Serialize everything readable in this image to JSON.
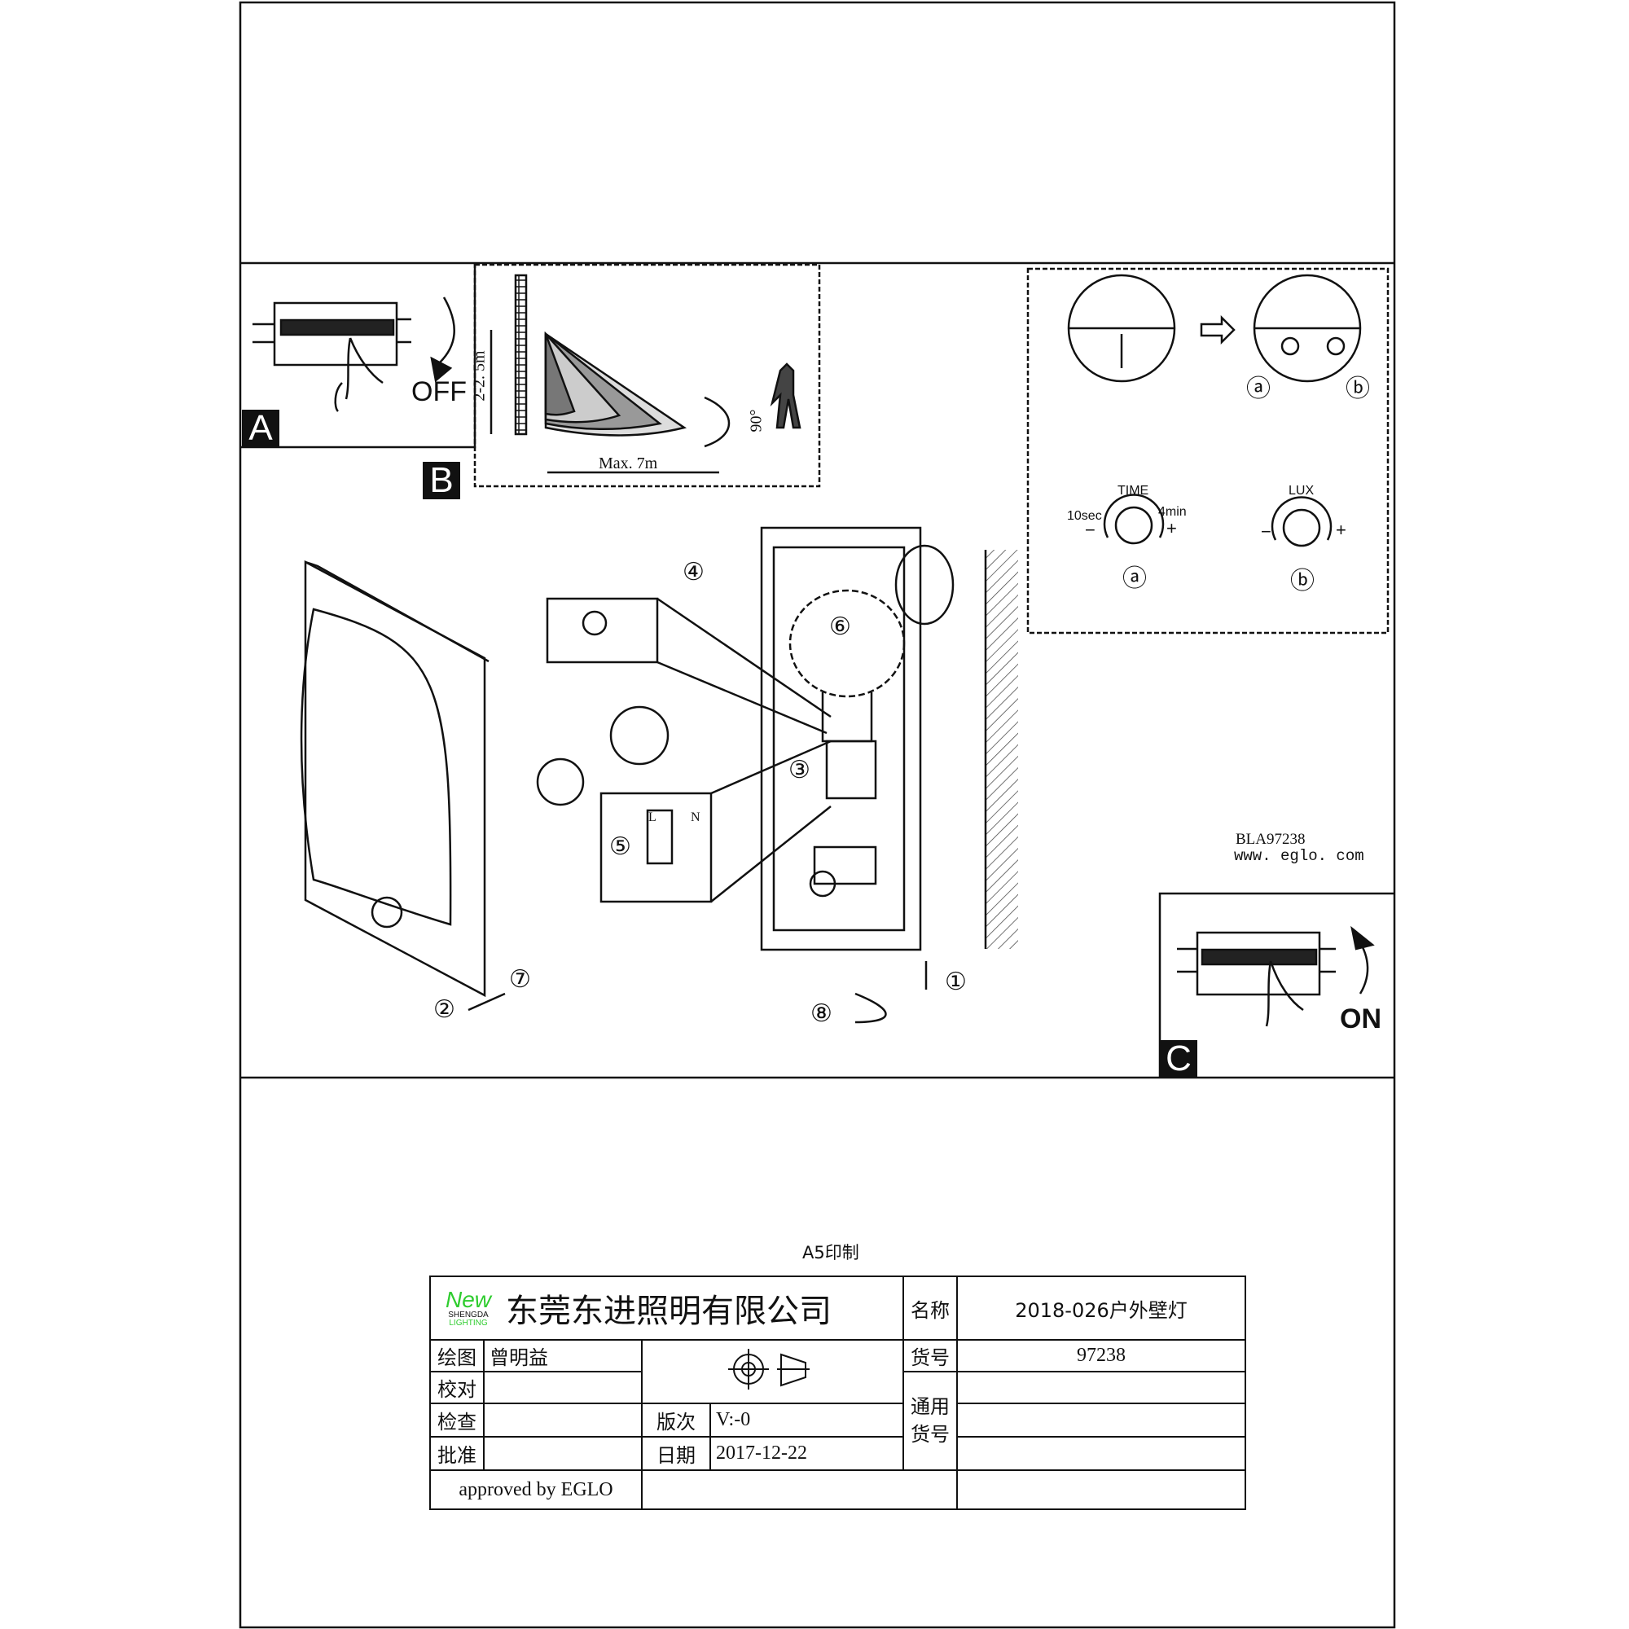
{
  "panels": {
    "a_label": "A",
    "b_label": "B",
    "c_label": "C",
    "off_text": "OFF",
    "on_text": "ON",
    "height_range": "2-2. 5m",
    "max_distance": "Max.  7m",
    "angle": "90°"
  },
  "sensor": {
    "marker_a": "ⓐ",
    "marker_b": "ⓑ",
    "time_label": "TIME",
    "time_min": "10sec",
    "time_max": "4min",
    "lux_label": "LUX",
    "minus": "−",
    "plus": "+"
  },
  "steps": [
    "①",
    "②",
    "③",
    "④",
    "⑤",
    "⑥",
    "⑦",
    "⑧"
  ],
  "terminal": {
    "l": "L",
    "n": "N"
  },
  "product_code": "BLA97238",
  "website": "www. eglo. com",
  "print_note": "A5印制",
  "title_block": {
    "logo_main": "New",
    "logo_sub1": "SHENGDA",
    "logo_sub2": "LIGHTING",
    "company": "东莞东进照明有限公司",
    "name_label": "名称",
    "name_value": "2018-026户外壁灯",
    "drawn_label": "绘图",
    "drawn_value": "曾明益",
    "checked_label": "校对",
    "inspect_label": "检查",
    "approve_label": "批准",
    "item_label": "货号",
    "item_value": "97238",
    "common_label": "通用货号",
    "version_label": "版次",
    "version_value": "V:-0",
    "date_label": "日期",
    "date_value": "2017-12-22",
    "approved_by": "approved by EGLO"
  }
}
